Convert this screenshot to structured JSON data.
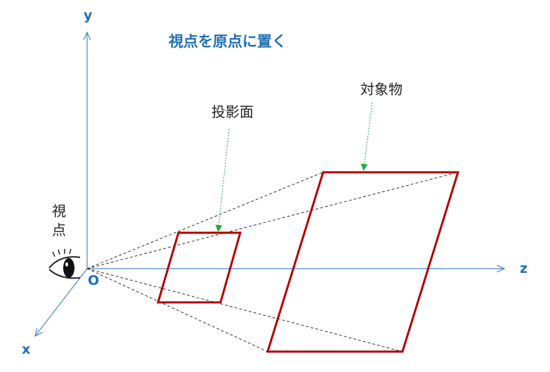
{
  "title": "視点を原点に置く",
  "axes": {
    "x": "x",
    "y": "y",
    "z": "z",
    "origin": "O"
  },
  "labels": {
    "viewpoint_line1": "視",
    "viewpoint_line2": "点",
    "projection_plane": "投影面",
    "target_object": "対象物"
  },
  "icons": {
    "viewpoint": "eye-icon"
  },
  "colors": {
    "axis": "#4a86c8",
    "title": "#1f6fb4",
    "shape": "#b30000",
    "projection_lines": "#333333",
    "arrow": "#22aa44",
    "text": "#222222"
  }
}
